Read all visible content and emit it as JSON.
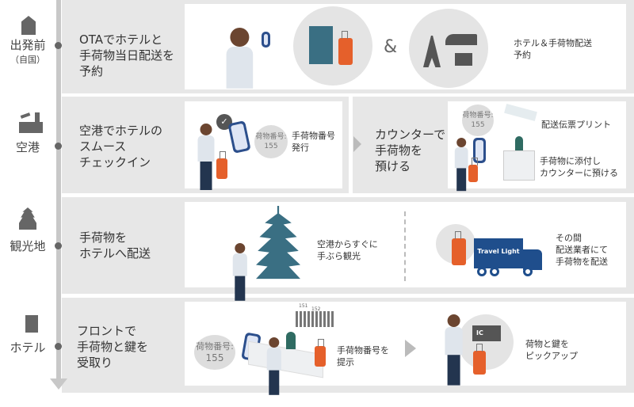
{
  "timeline": [
    {
      "stage": "出発前",
      "sub": "（自国）",
      "icon": "house-icon"
    },
    {
      "stage": "空港",
      "icon": "airport-icon"
    },
    {
      "stage": "観光地",
      "icon": "castle-icon"
    },
    {
      "stage": "ホテル",
      "icon": "hotel-icon"
    }
  ],
  "rows": [
    {
      "lead": [
        "OTAでホテルと",
        "手荷物当日配送を",
        "予約"
      ],
      "ampersand": "&",
      "caption": [
        "ホテル＆手荷物配送",
        "予約"
      ]
    },
    {
      "lead": [
        "空港でホテルの",
        "スムース",
        "チェックイン"
      ],
      "bubble": [
        "荷物番号:",
        "155"
      ],
      "caption": [
        "手荷物番号",
        "発行"
      ],
      "lead2": [
        "カウンターで",
        "手荷物を",
        "預ける"
      ],
      "bubble2": [
        "荷物番号:",
        "155"
      ],
      "caption2a": "配送伝票プリント",
      "caption2b": [
        "手荷物に添付し",
        "カウンターに預ける"
      ]
    },
    {
      "lead": [
        "手荷物を",
        "ホテルへ配送"
      ],
      "caption": [
        "空港からすぐに",
        "手ぶら観光"
      ],
      "truck_label": "Travel Light",
      "caption2": [
        "その間",
        "配送業者にて",
        "手荷物を配送"
      ]
    },
    {
      "lead": [
        "フロントで",
        "手荷物と鍵を",
        "受取り"
      ],
      "bubble": [
        "荷物番号:",
        "155"
      ],
      "tags": [
        "151",
        "152"
      ],
      "caption": [
        "手荷物番号を",
        "提示"
      ],
      "card_label": "IC",
      "caption2": [
        "荷物と鍵を",
        "ピックアップ"
      ]
    }
  ],
  "colors": {
    "accent": "#e5602b",
    "navy": "#1f4e8c",
    "teal": "#3a6f83",
    "bg": "#e7e7e7"
  }
}
